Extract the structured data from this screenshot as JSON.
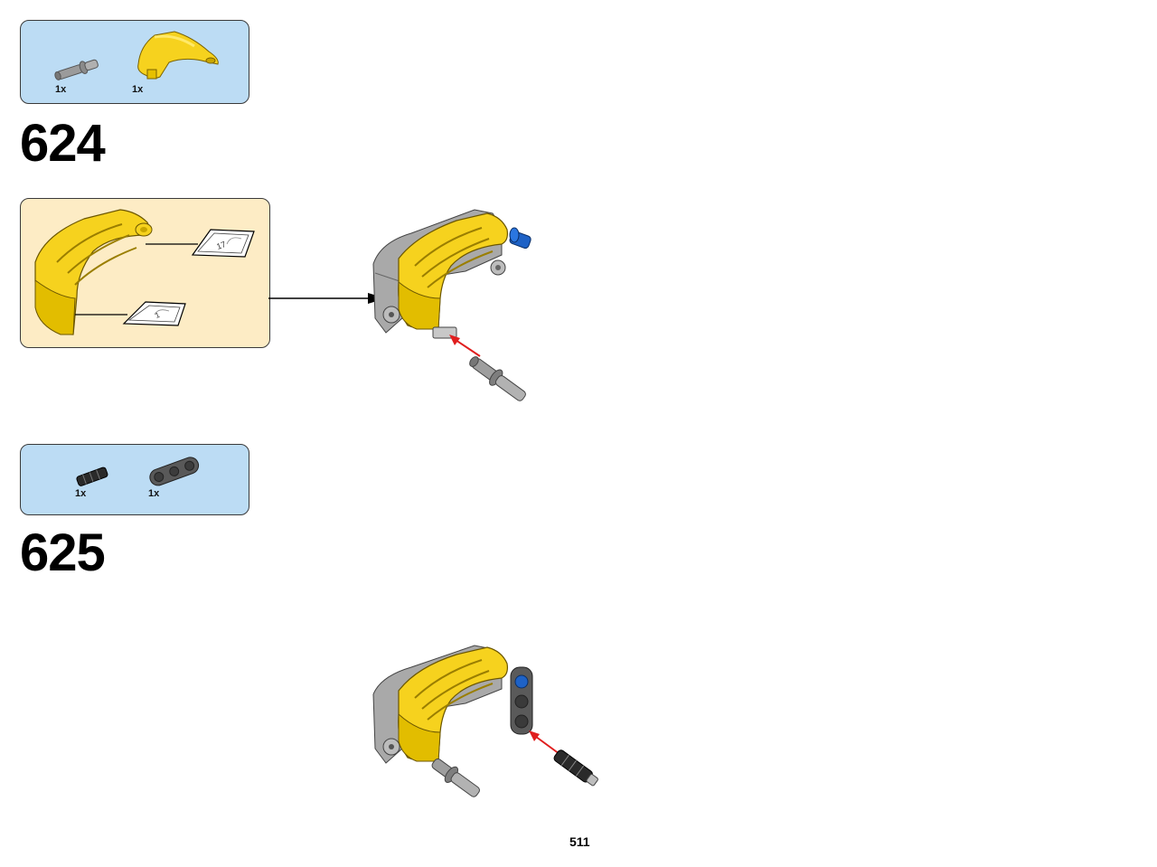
{
  "steps": [
    {
      "number": "624",
      "parts": [
        {
          "icon": "pin-with-axle-icon",
          "quantity": "1x",
          "color": "#8e8e8e"
        },
        {
          "icon": "yellow-panel-icon",
          "quantity": "1x",
          "color": "#f6d21e"
        }
      ],
      "sticker_labels": [
        "17",
        "1"
      ]
    },
    {
      "number": "625",
      "parts": [
        {
          "icon": "axle-connector-icon",
          "quantity": "1x",
          "color": "#2a2a2a"
        },
        {
          "icon": "beam-3-icon",
          "quantity": "1x",
          "color": "#555555"
        }
      ]
    }
  ],
  "page": {
    "number": "511"
  },
  "colors": {
    "parts_box": "#bcdcf4",
    "subassembly_box": "#fdecc5",
    "yellow": "#f6d21e",
    "arrow": "#e01e1e",
    "light_gray": "#a0a0a0",
    "dark_gray": "#5a5a5a",
    "blue": "#1e62c6"
  }
}
